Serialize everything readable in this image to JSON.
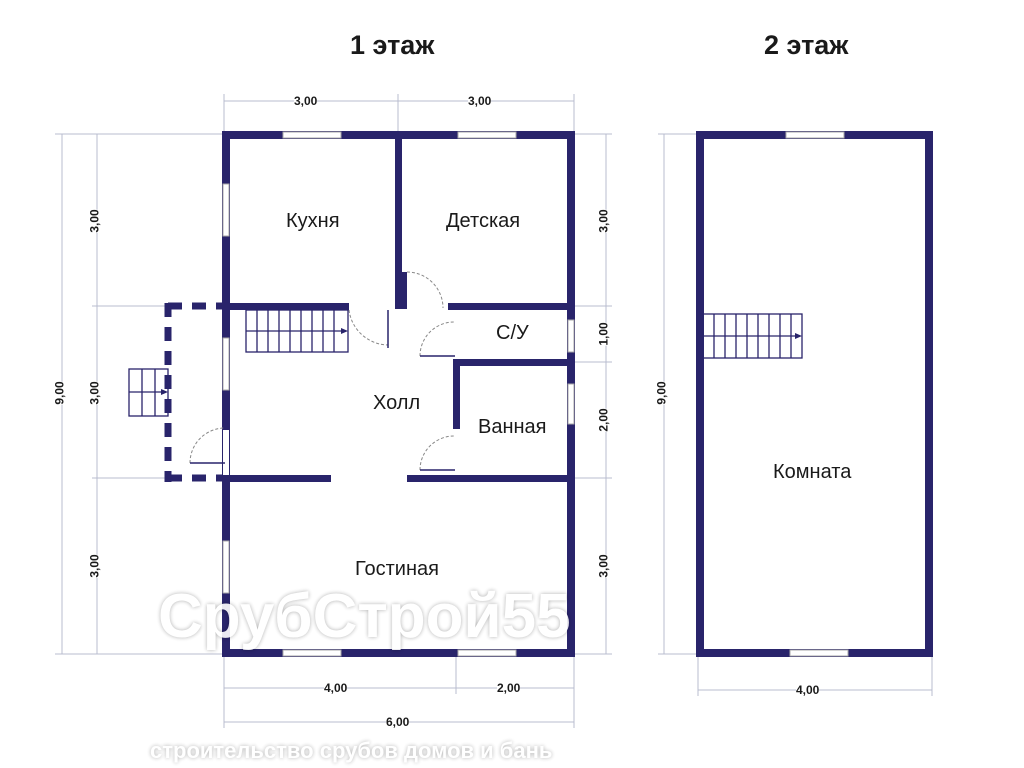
{
  "floor1": {
    "title": "1 этаж",
    "rooms": [
      "Кухня",
      "Детская",
      "С/У",
      "Холл",
      "Ванная",
      "Гостиная"
    ],
    "dims": {
      "top": [
        "3,00",
        "3,00"
      ],
      "left_total": "9,00",
      "left": [
        "3,00",
        "3,00",
        "3,00"
      ],
      "right": [
        "3,00",
        "1,00",
        "2,00",
        "3,00"
      ],
      "bottom": [
        "4,00",
        "2,00"
      ],
      "bottom_total": "6,00"
    }
  },
  "floor2": {
    "title": "2 этаж",
    "rooms": [
      "Комната"
    ],
    "dims": {
      "left_total": "9,00",
      "bottom": "4,00"
    }
  },
  "watermark": {
    "brand": "СрубСтрой55",
    "slogan": "строительство срубов домов и бань"
  },
  "colors": {
    "wall": "#29246b",
    "dim_line": "#b8bccf"
  }
}
